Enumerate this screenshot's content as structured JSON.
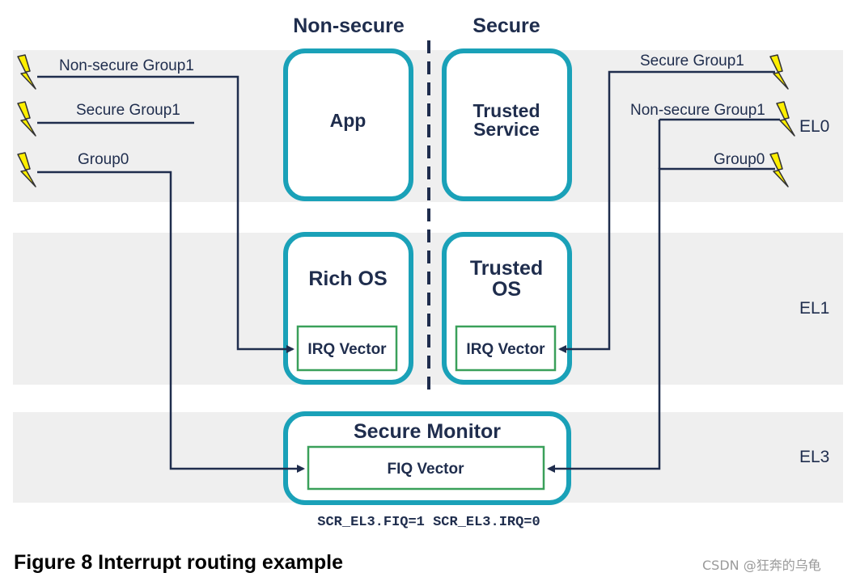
{
  "headers": {
    "non_secure": "Non-secure",
    "secure": "Secure"
  },
  "exception_levels": {
    "el0": "EL0",
    "el1": "EL1",
    "el3": "EL3"
  },
  "boxes": {
    "app": "App",
    "trusted_service_line1": "Trusted",
    "trusted_service_line2": "Service",
    "rich_os": "Rich OS",
    "trusted_os_line1": "Trusted",
    "trusted_os_line2": "OS",
    "secure_monitor": "Secure Monitor"
  },
  "vectors": {
    "rich_os_irq": "IRQ Vector",
    "trusted_os_irq": "IRQ Vector",
    "monitor_fiq": "FIQ Vector"
  },
  "left_interrupts": {
    "non_secure_group1": "Non-secure Group1",
    "secure_group1": "Secure Group1",
    "group0": "Group0"
  },
  "right_interrupts": {
    "secure_group1": "Secure Group1",
    "non_secure_group1": "Non-secure Group1",
    "group0": "Group0"
  },
  "register_settings": "SCR_EL3.FIQ=1 SCR_EL3.IRQ=0",
  "caption": "Figure 8 Interrupt routing example",
  "watermark": "CSDN @狂奔的乌龟",
  "colors": {
    "band": "#efefef",
    "box_border": "#1aa1b8",
    "vector_border": "#3aa05a",
    "wire": "#1f2d4d",
    "bolt_fill": "#ffef00",
    "bolt_stroke": "#333333"
  }
}
